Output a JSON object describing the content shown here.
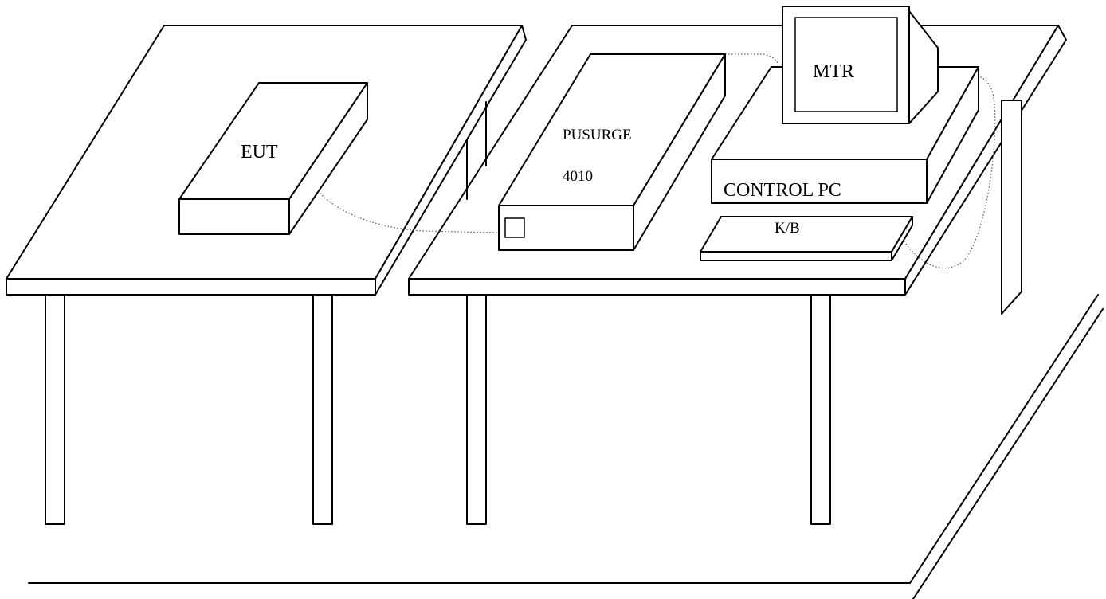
{
  "labels": {
    "eut": "EUT",
    "surge_generator_line1": "PUSURGE",
    "surge_generator_line2": "4010",
    "monitor": "MTR",
    "control_pc": "CONTROL PC",
    "keyboard": "K/B"
  }
}
